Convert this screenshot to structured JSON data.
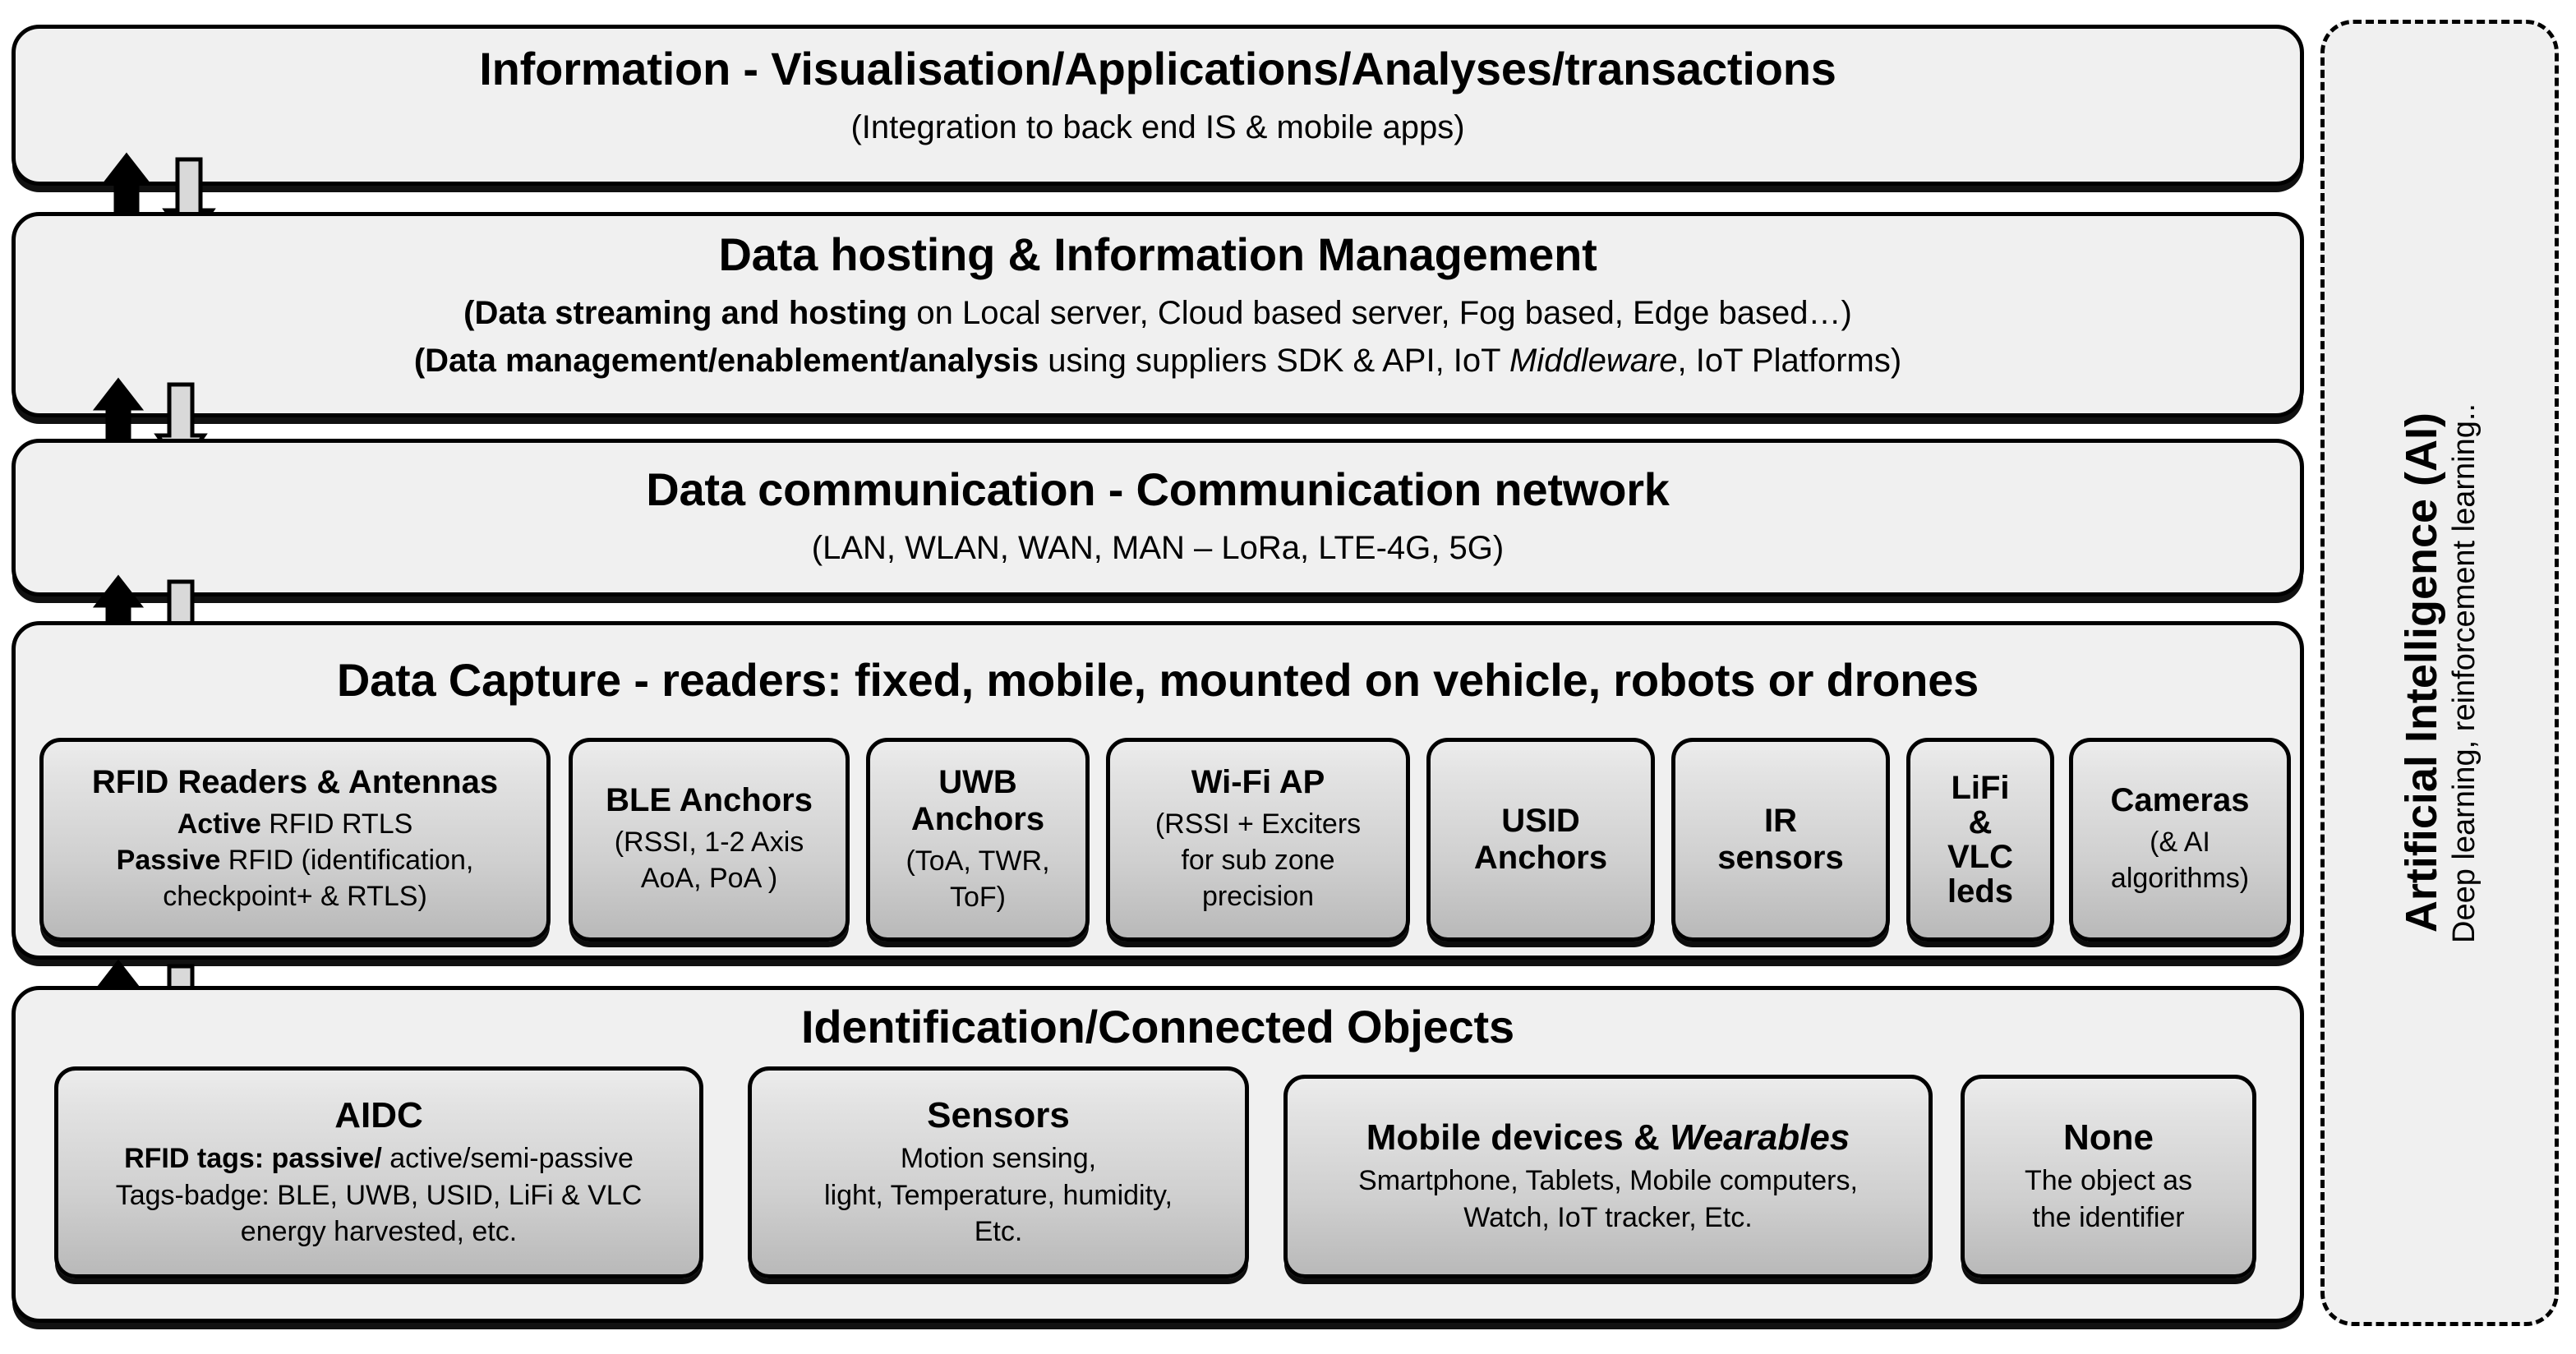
{
  "diagram": {
    "title": "IoT / RTLS layered architecture",
    "colors": {
      "panel_fill": "#f0f0f0",
      "chip_fill_top": "#ececec",
      "chip_fill_bottom": "#b9b9b9",
      "stroke": "#000000",
      "arrow_up_fill": "#000000",
      "arrow_down_fill": "#d9d9d9"
    }
  },
  "layers": {
    "information": {
      "title": "Information - Visualisation/Applications/Analyses/transactions",
      "subtitle": "(Integration to back end IS &  mobile apps)"
    },
    "data_hosting": {
      "title": "Data hosting & Information Management",
      "line1_bold": "(Data streaming and hosting",
      "line1_rest": " on Local server, Cloud based server, Fog based, Edge based…)",
      "line2_bold": "(Data management/enablement/analysis",
      "line2_mid": " using suppliers SDK & API, IoT ",
      "line2_italic": "Middleware",
      "line2_end": ", IoT Platforms)"
    },
    "data_communication": {
      "title": "Data communication - Communication network",
      "subtitle": "(LAN, WLAN, WAN, MAN – LoRa, LTE-4G, 5G)"
    },
    "data_capture": {
      "title": "Data Capture  - readers: fixed, mobile, mounted on vehicle, robots or drones",
      "items": [
        {
          "name": "rfid-readers-antennas",
          "title": "RFID Readers & Antennas",
          "lines": [
            {
              "bold": "Active",
              "rest": " RFID RTLS"
            },
            {
              "bold": "Passive",
              "rest": " RFID (identification,"
            },
            {
              "bold": "",
              "rest": "checkpoint+ &  RTLS)"
            }
          ]
        },
        {
          "name": "ble-anchors",
          "title": "BLE Anchors",
          "lines": [
            {
              "bold": "",
              "rest": "(RSSI, 1-2 Axis"
            },
            {
              "bold": "",
              "rest": "AoA, PoA )"
            }
          ]
        },
        {
          "name": "uwb-anchors",
          "title": "UWB\nAnchors",
          "lines": [
            {
              "bold": "",
              "rest": "(ToA, TWR,"
            },
            {
              "bold": "",
              "rest": "ToF)"
            }
          ]
        },
        {
          "name": "wifi-ap",
          "title": "Wi-Fi AP",
          "lines": [
            {
              "bold": "",
              "rest": "(RSSI + Exciters"
            },
            {
              "bold": "",
              "rest": "for sub zone"
            },
            {
              "bold": "",
              "rest": "precision"
            }
          ]
        },
        {
          "name": "usid-anchors",
          "title": "USID\nAnchors",
          "lines": []
        },
        {
          "name": "ir-sensors",
          "title": "IR\nsensors",
          "lines": []
        },
        {
          "name": "lifi-vlc-leds",
          "title": "LiFi\n&\nVLC\nleds",
          "lines": []
        },
        {
          "name": "cameras",
          "title": "Cameras",
          "lines": [
            {
              "bold": "",
              "rest": "(& AI"
            },
            {
              "bold": "",
              "rest": "algorithms)"
            }
          ]
        }
      ]
    },
    "identification": {
      "title": "Identification/Connected Objects",
      "items": [
        {
          "name": "aidc",
          "title": "AIDC",
          "lines": [
            {
              "bold": "RFID tags: passive/",
              "rest": " active/semi-passive"
            },
            {
              "bold": "",
              "rest": "Tags-badge: BLE, UWB, USID, LiFi & VLC"
            },
            {
              "bold": "",
              "rest": "energy harvested, etc."
            }
          ]
        },
        {
          "name": "sensors",
          "title": "Sensors",
          "lines": [
            {
              "bold": "",
              "rest": "Motion sensing,"
            },
            {
              "bold": "",
              "rest": "light, Temperature, humidity,"
            },
            {
              "bold": "",
              "rest": "Etc."
            }
          ]
        },
        {
          "name": "mobile-devices-wearables",
          "title_plain": "Mobile devices & ",
          "title_italic": "Wearables",
          "lines": [
            {
              "bold": "",
              "rest": "Smartphone, Tablets, Mobile computers,"
            },
            {
              "bold": "",
              "rest": "Watch, IoT tracker, Etc."
            }
          ]
        },
        {
          "name": "none",
          "title": "None",
          "lines": [
            {
              "bold": "",
              "rest": "The object as"
            },
            {
              "bold": "",
              "rest": "the identifier"
            }
          ]
        }
      ]
    }
  },
  "ai_panel": {
    "title": "Artificial Intelligence (AI)",
    "subtitle": "Deep learning, reinforcement learning.."
  },
  "connectors": [
    {
      "name": "connector-information-hosting"
    },
    {
      "name": "connector-hosting-communication"
    },
    {
      "name": "connector-communication-capture"
    },
    {
      "name": "connector-capture-identification"
    }
  ]
}
